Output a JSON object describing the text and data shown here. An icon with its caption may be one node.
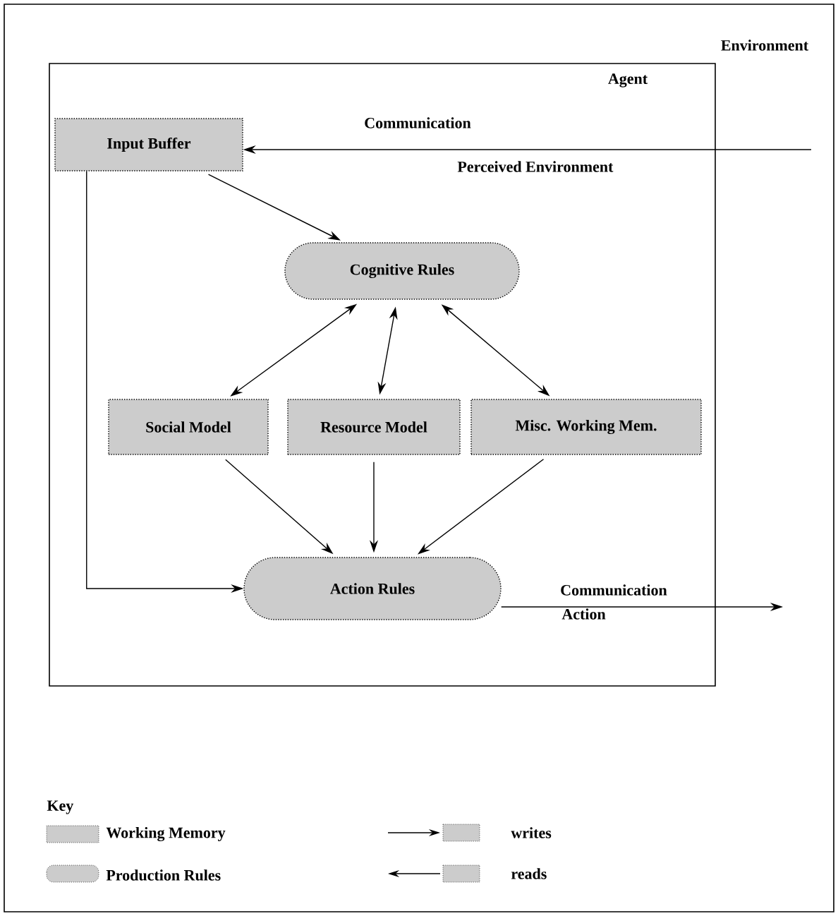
{
  "diagram": {
    "nodes": [
      {
        "text": [
          "Environment"
        ]
      },
      {
        "text": [
          "Agent"
        ],
        "in": 0
      },
      {
        "text": [
          "Input Buffer"
        ],
        "in": 1
      },
      {
        "text": [
          "Cognitive Rules"
        ],
        "in": 1
      },
      {
        "text": [
          "Social Model"
        ],
        "in": 1
      },
      {
        "text": [
          "Resource Model"
        ],
        "in": 1
      },
      {
        "text": [
          "Misc. Working Mem."
        ],
        "in": 1
      },
      {
        "text": [
          "Action Rules"
        ],
        "in": 1
      }
    ],
    "edges": [
      {
        "from": null,
        "to": 2,
        "arrow": "to",
        "label": "Communication"
      },
      {
        "from": 2,
        "to": 3,
        "arrow": "to"
      },
      {
        "from": 3,
        "to": 4,
        "arrow": "both"
      },
      {
        "from": 3,
        "to": 5,
        "arrow": "both"
      },
      {
        "from": 3,
        "to": 6,
        "arrow": "both"
      },
      {
        "from": 4,
        "to": 7,
        "arrow": "to"
      },
      {
        "from": 5,
        "to": 7,
        "arrow": "to"
      },
      {
        "from": 6,
        "to": 7,
        "arrow": "to"
      },
      {
        "from": 2,
        "to": 7,
        "arrow": "to"
      },
      {
        "from": 7,
        "to": null,
        "arrow": "to",
        "label": "Communication"
      }
    ],
    "labels": [
      "Perceived Environment",
      "Action",
      "Key"
    ],
    "legend": [
      {
        "text": "Working Memory"
      },
      {
        "text": "Production Rules"
      },
      {
        "text": "writes"
      },
      {
        "text": "reads"
      }
    ]
  }
}
